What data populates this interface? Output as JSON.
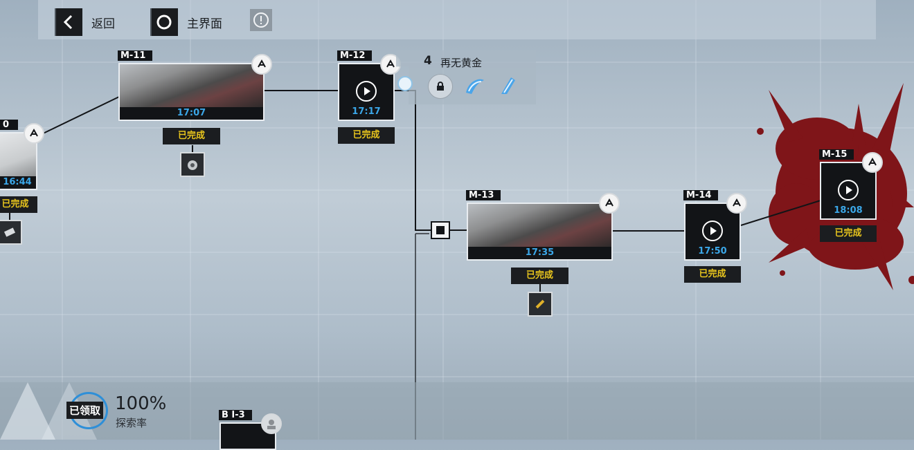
{
  "nav": {
    "back_label": "返回",
    "home_label": "主界面"
  },
  "stages": [
    {
      "code": "0",
      "time": "16:44",
      "status": "已完成"
    },
    {
      "code": "M-11",
      "time": "17:07",
      "status": "已完成"
    },
    {
      "code": "M-12",
      "time": "17:17",
      "status": "已完成"
    },
    {
      "code": "M-13",
      "time": "17:35",
      "status": "已完成"
    },
    {
      "code": "M-14",
      "time": "17:50",
      "status": "已完成"
    },
    {
      "code": "M-15",
      "time": "18:08",
      "status": "已完成"
    },
    {
      "code": "B I-3"
    }
  ],
  "branch_panel": {
    "number": "4",
    "title": "再无黄金"
  },
  "exploration": {
    "claimed_label": "已领取",
    "rate": "100%",
    "rate_label": "探索率"
  },
  "colors": {
    "time_text": "#3ba7e8",
    "status_text": "#e8c51d",
    "blood": "#7f1519",
    "card_bg": "#121417"
  },
  "icons": [
    "back-arrow-icon",
    "home-circle-icon",
    "info-icon",
    "faction-badge-icon",
    "play-icon",
    "lock-icon",
    "effect-icon",
    "reward-item-icon"
  ]
}
